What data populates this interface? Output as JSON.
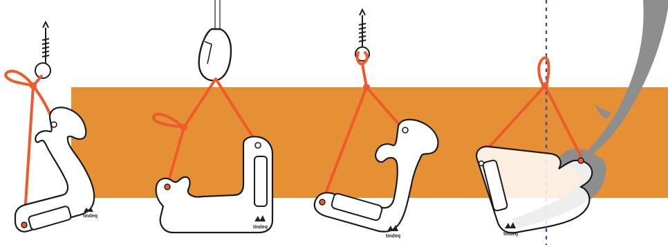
{
  "colors": {
    "background": "#ffffff",
    "band": "#e69035",
    "cord": "#ee5a2c",
    "tool_fill": "#ffffff",
    "tool_stroke": "#1a1a1a",
    "shaft": "#8e8e8e",
    "dashed_line": "#3b4f9c"
  },
  "figure": {
    "panels": [
      {
        "id": 1,
        "anchor_icon": "eye-bolt-icon",
        "brand_label": "tindeq"
      },
      {
        "id": 2,
        "anchor_icon": "carabiner-icon",
        "brand_label": "tindeq"
      },
      {
        "id": 3,
        "anchor_icon": "eye-bolt-icon",
        "brand_label": "tindeq"
      },
      {
        "id": 4,
        "anchor_icon": "ice-tool-shaft-icon",
        "brand_label": "tindeq"
      }
    ]
  }
}
